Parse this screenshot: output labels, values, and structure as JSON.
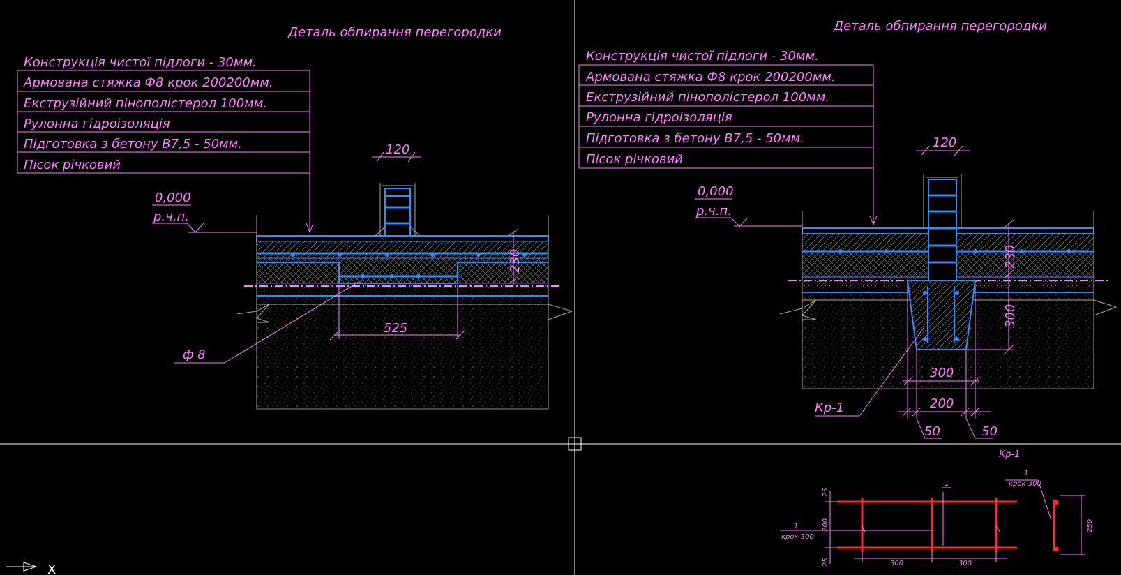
{
  "colors": {
    "background": "#000000",
    "annotation": "#ff7cff",
    "structure": "#2f8cff",
    "rebar": "#ff2a2a",
    "crosshair": "#ffffff",
    "hatch": "#9a9a9a"
  },
  "left_detail": {
    "title": "Деталь обпирання перегородки",
    "layers": [
      "Конструкція чистої підлоги - 30мм.",
      "Армована стяжка Ф8 крок 200200мм.",
      "Екструзійний пінополістерол 100мм.",
      "Рулонна гідроізоляція",
      "Підготовка з бетону В7,5 - 50мм.",
      "Пісок річковий"
    ],
    "elevation_value": "0,000",
    "elevation_label": "р.ч.п.",
    "dim_wall": "120",
    "dim_height": "230",
    "dim_width": "525",
    "rebar_label": "ф 8"
  },
  "right_detail": {
    "title": "Деталь обпирання перегородки",
    "layers": [
      "Конструкція чистої підлоги - 30мм.",
      "Армована стяжка Ф8 крок 200200мм.",
      "Екструзійний пінополістерол 100мм.",
      "Рулонна гідроізоляція",
      "Підготовка з бетону В7,5 - 50мм.",
      "Пісок річковий"
    ],
    "elevation_value": "0,000",
    "elevation_label": "р.ч.п.",
    "dim_wall": "120",
    "dim_height": "230",
    "dim_depth": "300",
    "dim_top_width": "300",
    "dim_bottom_width": "200",
    "dim_offset_left": "50",
    "dim_offset_right": "50",
    "frame_label": "Кр-1"
  },
  "cage_detail": {
    "title": "Кр-1",
    "bar_num_left": "1",
    "bar_pitch_left": "крок 300",
    "bar_num_top": "1",
    "bar_num_right": "1",
    "bar_pitch_right": "крок 300",
    "dim_25_top": "25",
    "dim_200": "200",
    "dim_25_bottom": "25",
    "dim_300_a": "300",
    "dim_300_b": "300",
    "dim_250": "250"
  },
  "ucs_icon_label": "X"
}
